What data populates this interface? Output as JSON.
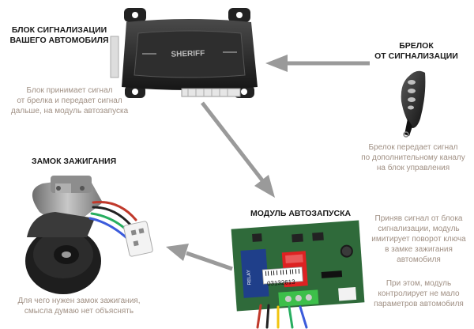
{
  "labels": {
    "alarm_unit": [
      "БЛОК СИГНАЛИЗАЦИИ",
      "ВАШЕГО АВТОМОБИЛЯ"
    ],
    "keyfob": [
      "БРЕЛОК",
      "ОТ СИГНАЛИЗАЦИИ"
    ],
    "ignition_lock": "ЗАМОК ЗАЖИГАНИЯ",
    "autostart_module": "МОДУЛЬ АВТОЗАПУСКА"
  },
  "captions": {
    "alarm_unit": [
      "Блок принимает сигнал",
      "от брелка и передает сигнал",
      "дальше, на модуль автозапуска"
    ],
    "keyfob": [
      "Брелок передает сигнал",
      "по дополнительному каналу",
      "на блок управления"
    ],
    "autostart_1": [
      "Приняв сигнал от блока",
      "сигнализации, модуль",
      "имитирует поворот ключа",
      "в замке зажигания",
      "автомобиля"
    ],
    "autostart_2": [
      "При этом, модуль",
      "контролирует не мало",
      "параметров автомобиля"
    ],
    "ignition_lock": [
      "Для чего нужен замок зажигания,",
      "смысла думаю нет объяснять"
    ]
  },
  "device_text": {
    "alarm_brand": "SHERIFF",
    "barcode_number": "03132613"
  },
  "colors": {
    "label": "#1a1a1a",
    "caption": "#a09084",
    "arrow": "#9a9a9a",
    "pcb": "#2f6a3a",
    "alarm_body": "#2a2a2a"
  },
  "icons": [
    "alarm-unit-icon",
    "keyfob-icon",
    "ignition-lock-icon",
    "autostart-module-icon"
  ]
}
